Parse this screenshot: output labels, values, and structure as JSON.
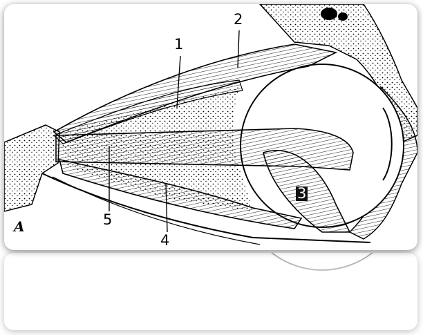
{
  "figure": {
    "panel_label": "A",
    "labels": {
      "l1": "1",
      "l2": "2",
      "l3": "3",
      "l4": "4",
      "l5": "5"
    }
  }
}
